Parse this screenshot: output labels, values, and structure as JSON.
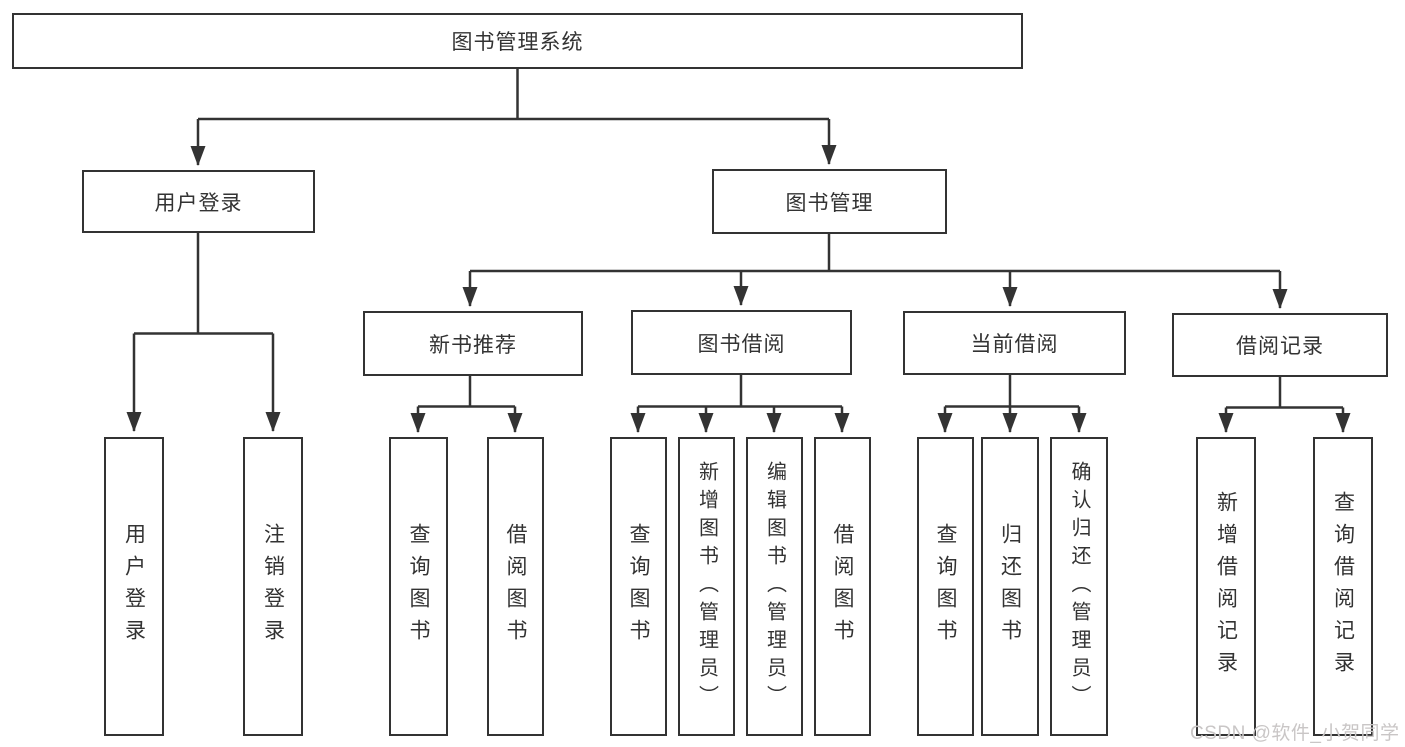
{
  "diagram": {
    "tree": {
      "label": "图书管理系统",
      "children": [
        {
          "label": "用户登录",
          "children": [
            {
              "label": "用户登录"
            },
            {
              "label": "注销登录"
            }
          ]
        },
        {
          "label": "图书管理",
          "children": [
            {
              "label": "新书推荐",
              "children": [
                {
                  "label": "查询图书"
                },
                {
                  "label": "借阅图书"
                }
              ]
            },
            {
              "label": "图书借阅",
              "children": [
                {
                  "label": "查询图书"
                },
                {
                  "label": "新增图书（管理员）"
                },
                {
                  "label": "编辑图书（管理员）"
                },
                {
                  "label": "借阅图书"
                }
              ]
            },
            {
              "label": "当前借阅",
              "children": [
                {
                  "label": "查询图书"
                },
                {
                  "label": "归还图书"
                },
                {
                  "label": "确认归还（管理员）"
                }
              ]
            },
            {
              "label": "借阅记录",
              "children": [
                {
                  "label": "新增借阅记录"
                },
                {
                  "label": "查询借阅记录"
                }
              ]
            }
          ]
        }
      ]
    },
    "colors": {
      "line": "#333333",
      "text": "#333333",
      "box_background": "#ffffff"
    }
  },
  "watermark": {
    "text": "CSDN @软件_小贺同学"
  }
}
